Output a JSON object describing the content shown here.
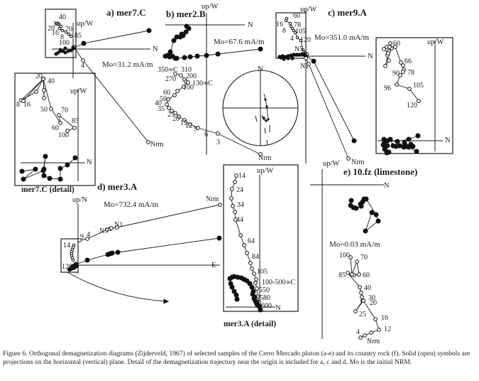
{
  "figure": {
    "caption": "Figure 6. Orthogonal demagnetization diagrams (Zijderveld, 1967) of selected samples of the Cerro Mercado pluton (a-e) and its country rock (f). Solid (open) symbols are projections on the horizontal (vertical) plane. Detail of the demagnetization trajectory near the origin is included for a, c and d. Mo is the initial NRM."
  },
  "chart_data": [
    {
      "type": "scatter",
      "id": "a",
      "title": "a) mer7.C",
      "mo": "Mo=31.2 mA/m",
      "axis_labels": {
        "vertical": "up/W",
        "horizontal": "N"
      },
      "open_labels": [
        "40",
        "30",
        "20",
        "16",
        "8",
        "70",
        "85",
        "100",
        "4",
        "Nrm"
      ],
      "detail": {
        "title": "mer7.C (detail)",
        "axis_labels": {
          "vertical": "up/W",
          "horizontal": "N"
        },
        "open_labels": [
          "20",
          "40",
          "8",
          "16",
          "50",
          "70",
          "60",
          "85",
          "100"
        ]
      }
    },
    {
      "type": "scatter",
      "id": "b",
      "title": "b) mer2.B",
      "mo": "Mo=67.6 mA/m",
      "axis_labels": {
        "vertical": "up/W",
        "horizontal": "N"
      },
      "open_labels": [
        "350∞C",
        "310",
        "270",
        "200",
        "130∞C",
        "100",
        "60",
        "50",
        "40",
        "35",
        "25",
        "20",
        "15",
        "12",
        "9",
        "6",
        "3",
        "Nrm"
      ],
      "stereonet": {
        "north_label": "N"
      }
    },
    {
      "type": "scatter",
      "id": "c",
      "title": "c) mer9.A",
      "mo": "Mo=351.0 mA/m",
      "axis_labels": {
        "vertical": "up/W",
        "horizontal": "N"
      },
      "open_labels": [
        "60",
        "16",
        "78",
        "8",
        "105",
        "4",
        "120",
        "N5",
        "N1",
        "Nrm"
      ],
      "detail": {
        "axis_labels": {
          "vertical": "up/W",
          "horizontal": "N"
        },
        "open_labels": [
          "60",
          "66",
          "90",
          "78",
          "96",
          "105",
          "120"
        ]
      }
    },
    {
      "type": "scatter",
      "id": "d",
      "title": "d) mer3.A",
      "mo": "Mo=732.4 mA/m",
      "axis_labels": {
        "vertical": "up/N",
        "horizontal": "E"
      },
      "open_labels": [
        "14",
        "9",
        "4",
        "N5",
        "N1",
        "Nrm",
        "120"
      ],
      "detail": {
        "title": "mer3.A (detail)",
        "axis_labels": {
          "vertical": "up/W",
          "horizontal": "N"
        },
        "open_labels": [
          "14",
          "24",
          "34",
          "44",
          "64",
          "84",
          "105",
          "100-500∞C",
          "550",
          "580",
          "600"
        ]
      }
    },
    {
      "type": "scatter",
      "id": "e",
      "title": "e) 10.fz (limestone)",
      "mo": "Mo=0.03 mA/m",
      "axis_labels": {
        "vertical": "up/W",
        "horizontal": "N"
      },
      "open_labels": [
        "100",
        "70",
        "85",
        "60",
        "40",
        "30",
        "20",
        "25",
        "16",
        "12",
        "4",
        "Nrm"
      ]
    }
  ]
}
